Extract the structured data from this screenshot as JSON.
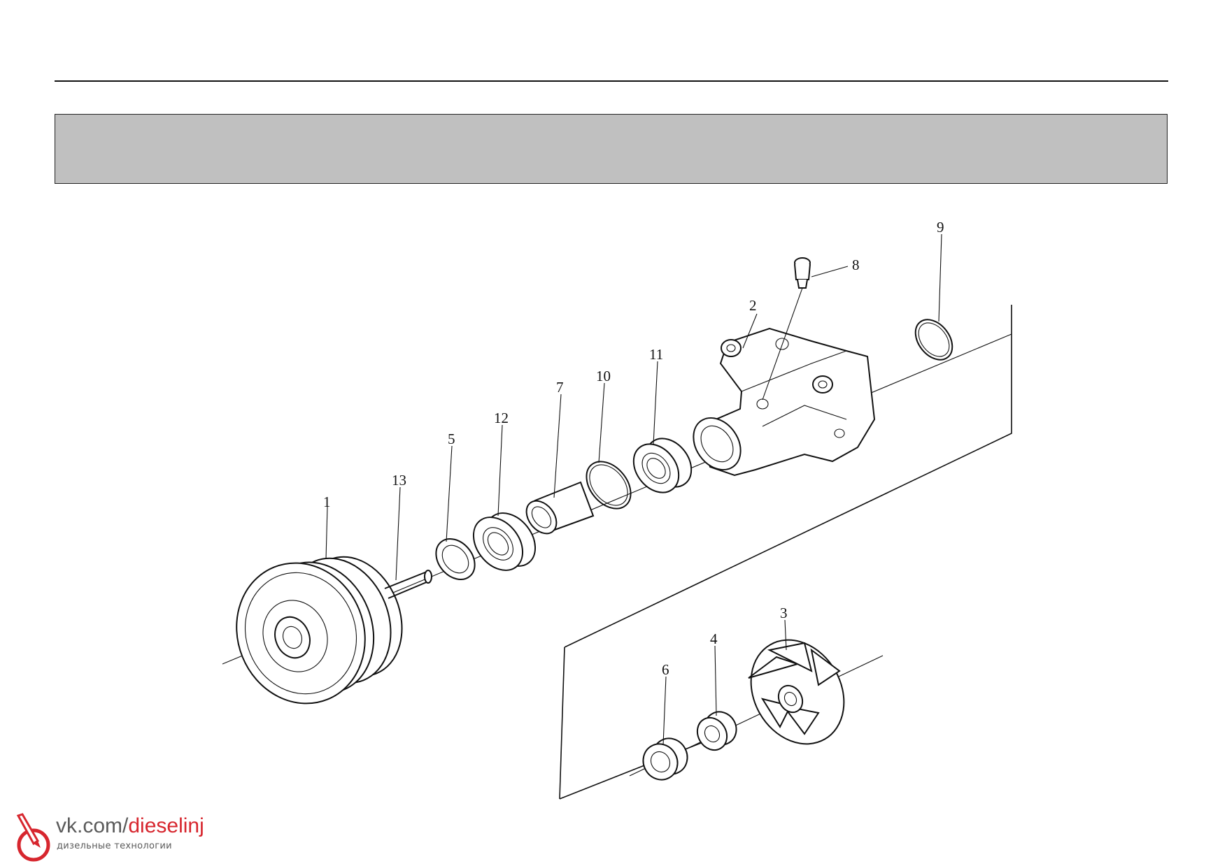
{
  "diagram": {
    "callouts": {
      "p1": "1",
      "p2": "2",
      "p3": "3",
      "p4": "4",
      "p5": "5",
      "p6": "6",
      "p7": "7",
      "p8": "8",
      "p9": "9",
      "p10": "10",
      "p11": "11",
      "p12": "12",
      "p13": "13"
    }
  },
  "watermark": {
    "prefix": "vk.com/",
    "handle": "dieselinj",
    "tagline": "дизельные технологии",
    "accent_color": "#d7262e",
    "text_color": "#5a5a5a"
  }
}
